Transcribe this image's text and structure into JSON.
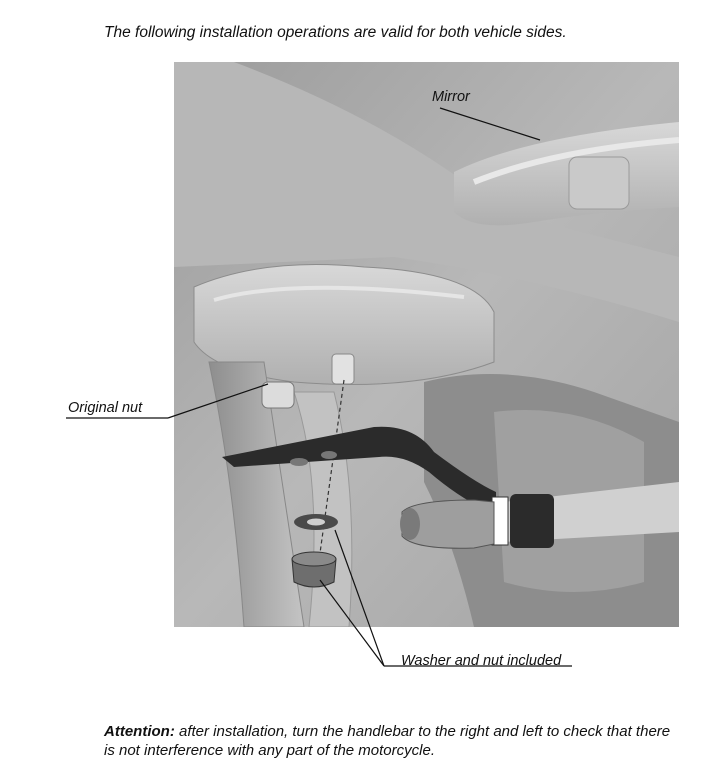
{
  "intro_text": "The following installation operations are valid for both vehicle sides.",
  "labels": {
    "mirror": "Mirror",
    "original_nut": "Original nut",
    "washer_nut": "Washer and nut included"
  },
  "attention": {
    "lead": "Attention:",
    "line1": " after installation, turn the handlebar to the right and left to check that there",
    "line2": "is not interference with any part of the motorcycle."
  },
  "colors": {
    "bike_gray": "#a9a9a9",
    "bracket": "#2b2b2b",
    "text": "#111111"
  }
}
